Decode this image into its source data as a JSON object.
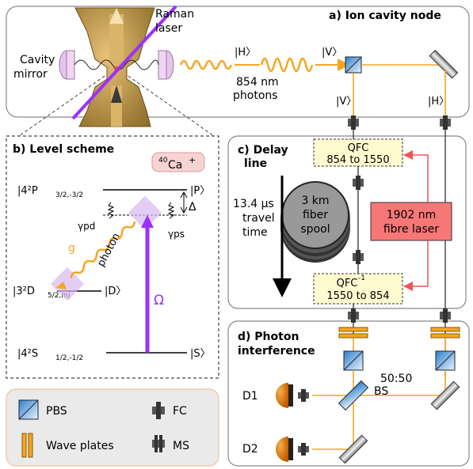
{
  "panel_a": {
    "title": "a) Ion cavity node",
    "raman": [
      "Raman",
      "laser"
    ],
    "cavity": [
      "Cavity",
      "mirror"
    ],
    "pol_h": "|H〉",
    "pol_v": "|V〉",
    "photons": [
      "854 nm",
      "photons"
    ],
    "out_v": "|V〉",
    "out_h": "|H〉"
  },
  "panel_b": {
    "title": "b) Level scheme",
    "ion": "40",
    "ion_sym": "Ca",
    "p_state": "|4²P",
    "p_sub": "3/2,-3/2",
    "p_label": "|P〉",
    "d_state": "|3²D",
    "d_sub": "5/2,mj",
    "d_label": "|D〉",
    "s_state": "|4²S",
    "s_sub": "1/2,-1/2",
    "s_label": "|S〉",
    "delta": "Δ",
    "gpd": "γpd",
    "gps": "γps",
    "g": "g",
    "photon": "photon",
    "omega": "Ω"
  },
  "panel_c": {
    "title": [
      "c) Delay",
      "line"
    ],
    "qfc1": [
      "QFC",
      "854 to 1550"
    ],
    "qfc2": [
      "QFC",
      "-1",
      "1550 to 854"
    ],
    "fiber": [
      "3 km",
      "fiber",
      "spool"
    ],
    "travel": [
      "13.4 µs",
      "travel",
      "time"
    ],
    "laser": [
      "1902 nm",
      "fibre laser"
    ]
  },
  "panel_d": {
    "title": [
      "d) Photon",
      "interference"
    ],
    "bs": [
      "50:50",
      "BS"
    ],
    "d1": "D1",
    "d2": "D2"
  },
  "legend": {
    "pbs": "PBS",
    "fc": "FC",
    "wp": "Wave plates",
    "ms": "MS"
  },
  "colors": {
    "orange": "#f5a623",
    "purple": "#9b30ff",
    "red_box": "#f77777",
    "yellow_box": "#fffbd0"
  }
}
